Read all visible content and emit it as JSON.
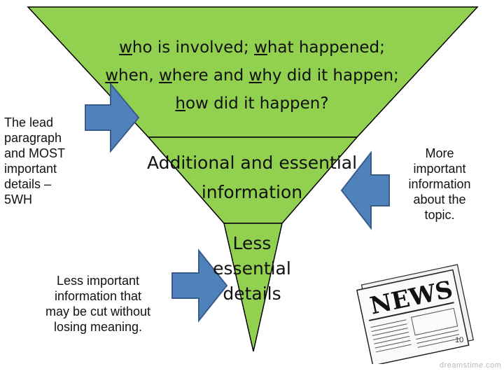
{
  "colors": {
    "pyramid_fill": "#92d050",
    "pyramid_stroke": "#000000",
    "arrow_fill": "#4f81bd",
    "arrow_stroke": "#385d8a"
  },
  "pyramid": {
    "top_tier": {
      "line1_parts": [
        "w",
        "ho is involved; ",
        "w",
        "hat happened;"
      ],
      "line2_parts": [
        "w",
        "hen, ",
        "w",
        "here and ",
        "w",
        "hy did it happen;"
      ],
      "line3_parts": [
        "h",
        "ow did it happen?"
      ]
    },
    "middle_tier": {
      "line1": "Additional and essential",
      "line2": "information"
    },
    "bottom_tier": {
      "line1": "Less",
      "line2": "essential",
      "line3": "details"
    }
  },
  "labels": {
    "lead": [
      "The lead",
      "paragraph",
      "and MOST",
      "important",
      "details –",
      "5WH"
    ],
    "more": [
      "More",
      "important",
      "information",
      "about the",
      "topic."
    ],
    "less": [
      "Less important",
      "information that",
      "may be cut without",
      "losing meaning."
    ]
  },
  "arrows": [
    {
      "name": "arrow-to-top-tier",
      "direction": "right"
    },
    {
      "name": "arrow-to-middle-tier",
      "direction": "left"
    },
    {
      "name": "arrow-to-bottom-tier",
      "direction": "right"
    }
  ],
  "news_image": {
    "icon": "newspaper-icon",
    "headline": "NEWS"
  },
  "footer": {
    "page_number": "10",
    "watermark": "dreamstime.com"
  }
}
